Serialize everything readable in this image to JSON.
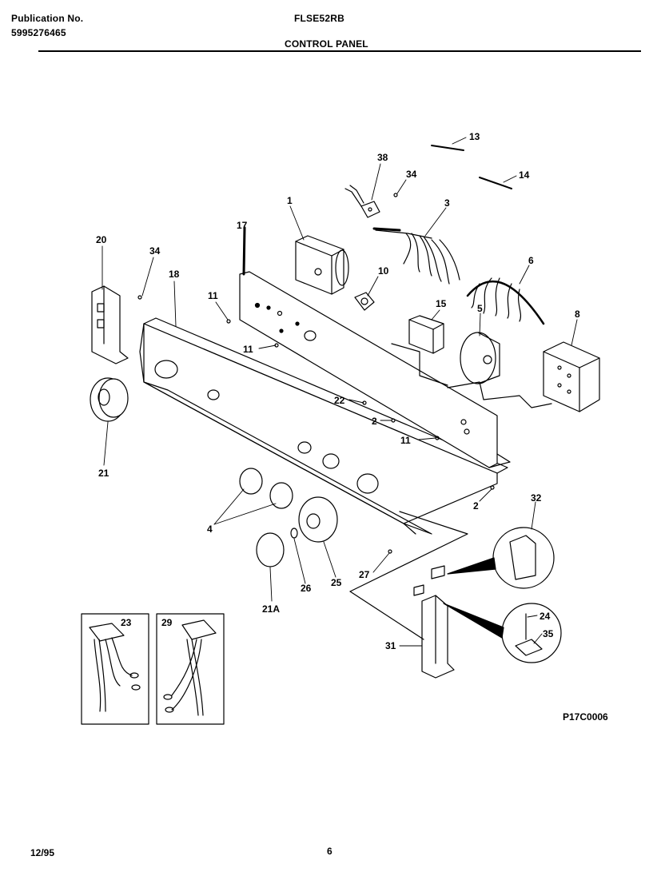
{
  "header": {
    "publication_label": "Publication No.",
    "publication_number": "5995276465",
    "model": "FLSE52RB",
    "section_title": "CONTROL PANEL"
  },
  "diagram": {
    "drawing_code": "P17C0006",
    "callouts": [
      "13",
      "38",
      "34",
      "14",
      "1",
      "3",
      "17",
      "20",
      "34",
      "18",
      "10",
      "6",
      "11",
      "15",
      "5",
      "8",
      "11",
      "22",
      "2",
      "21",
      "11",
      "2",
      "4",
      "32",
      "27",
      "26",
      "25",
      "21A",
      "24",
      "35",
      "31",
      "23",
      "29"
    ]
  },
  "footer": {
    "date": "12/95",
    "page": "6"
  }
}
